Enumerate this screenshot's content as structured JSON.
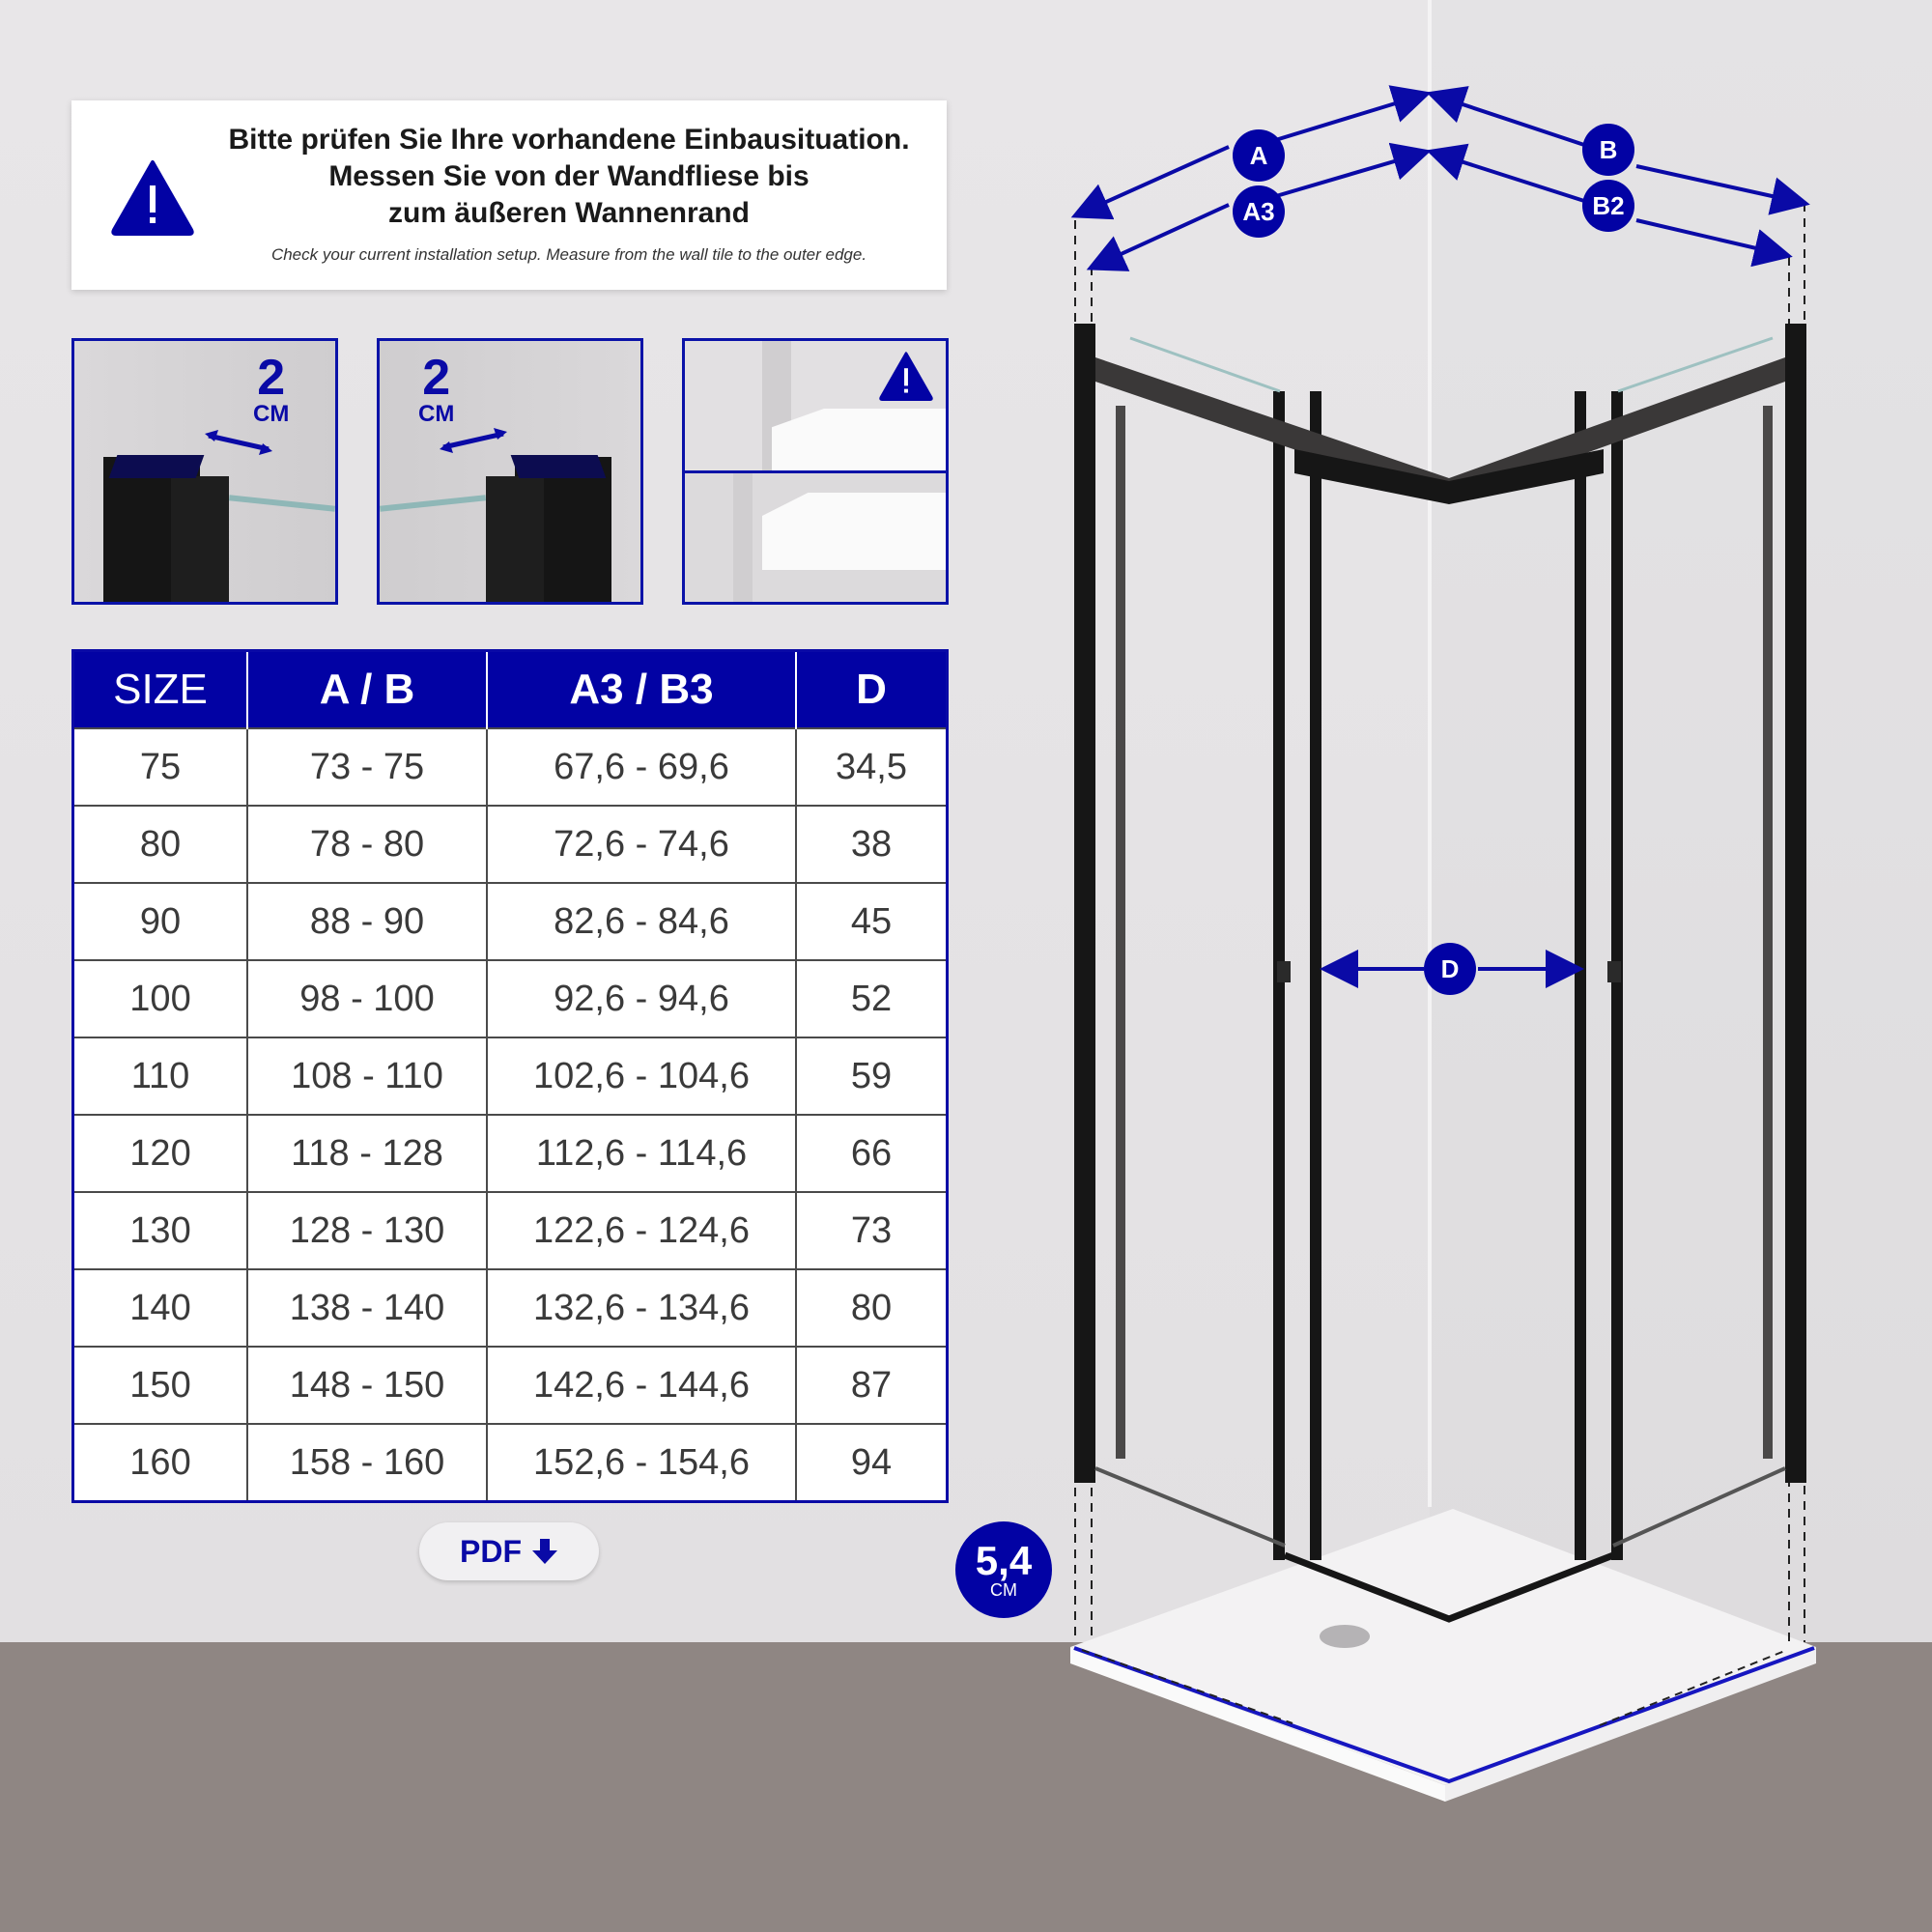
{
  "notice": {
    "icon": "warning-triangle-icon",
    "title_lines": [
      "Bitte prüfen Sie Ihre vorhandene Einbausituation.",
      "Messen Sie von der Wandfliese bis",
      "zum äußeren Wannenrand"
    ],
    "subtitle": "Check your current installation setup. Measure from the wall tile to the outer edge."
  },
  "thumbnails": [
    {
      "value": "2",
      "unit": "CM",
      "arrow": "double-arrow-icon"
    },
    {
      "value": "2",
      "unit": "CM",
      "arrow": "double-arrow-icon"
    },
    {
      "icon": "warning-triangle-icon"
    }
  ],
  "table": {
    "headers": [
      "SIZE",
      "A / B",
      "A3 / B3",
      "D"
    ],
    "rows": [
      [
        "75",
        "73 - 75",
        "67,6 - 69,6",
        "34,5"
      ],
      [
        "80",
        "78 - 80",
        "72,6 - 74,6",
        "38"
      ],
      [
        "90",
        "88 - 90",
        "82,6 - 84,6",
        "45"
      ],
      [
        "100",
        "98 - 100",
        "92,6 - 94,6",
        "52"
      ],
      [
        "110",
        "108 - 110",
        "102,6 - 104,6",
        "59"
      ],
      [
        "120",
        "118 - 128",
        "112,6 - 114,6",
        "66"
      ],
      [
        "130",
        "128 - 130",
        "122,6 - 124,6",
        "73"
      ],
      [
        "140",
        "138 - 140",
        "132,6 - 134,6",
        "80"
      ],
      [
        "150",
        "148 - 150",
        "142,6 - 144,6",
        "87"
      ],
      [
        "160",
        "158 - 160",
        "152,6 - 154,6",
        "94"
      ]
    ]
  },
  "pdf_button": {
    "label": "PDF",
    "icon": "arrow-down-icon"
  },
  "diagram": {
    "labels": {
      "a": "A",
      "a3": "A3",
      "b": "B",
      "b2": "B2",
      "d": "D"
    },
    "depth_badge": {
      "value": "5,4",
      "unit": "CM"
    }
  },
  "colors": {
    "accent": "#0202a4",
    "text": "#3a3a3a"
  }
}
